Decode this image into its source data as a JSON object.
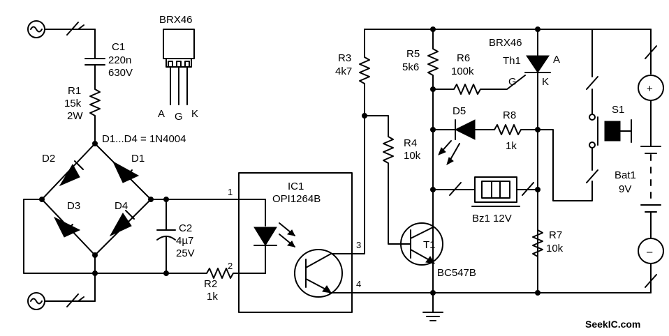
{
  "labels": {
    "c1_name": "C1",
    "c1_val1": "220n",
    "c1_val2": "630V",
    "r1_name": "R1",
    "r1_val1": "15k",
    "r1_val2": "2W",
    "pkg_name": "BRX46",
    "pkg_a": "A",
    "pkg_g": "G",
    "pkg_k": "K",
    "diodes_note": "D1...D4 = 1N4004",
    "d1": "D1",
    "d2": "D2",
    "d3": "D3",
    "d4": "D4",
    "c2_name": "C2",
    "c2_val1": "4µ7",
    "c2_val2": "25V",
    "r2_name": "R2",
    "r2_val": "1k",
    "ic1_name": "IC1",
    "ic1_part": "OPI1264B",
    "pin1": "1",
    "pin2": "2",
    "pin3": "3",
    "pin4": "4",
    "r3_name": "R3",
    "r3_val": "4k7",
    "r4_name": "R4",
    "r4_val": "10k",
    "r5_name": "R5",
    "r5_val": "5k6",
    "r6_name": "R6",
    "r6_val": "100k",
    "th1_part": "BRX46",
    "th1_name": "Th1",
    "th1_a": "A",
    "th1_g": "G",
    "th1_k": "K",
    "d5": "D5",
    "r8_name": "R8",
    "r8_val": "1k",
    "t1_name": "T1",
    "t1_part": "BC547B",
    "bz1": "Bz1 12V",
    "r7_name": "R7",
    "r7_val": "10k",
    "s1": "S1",
    "bat_name": "Bat1",
    "bat_val": "9V",
    "plus": "+",
    "minus": "–",
    "watermark": "SeekIC.com"
  }
}
